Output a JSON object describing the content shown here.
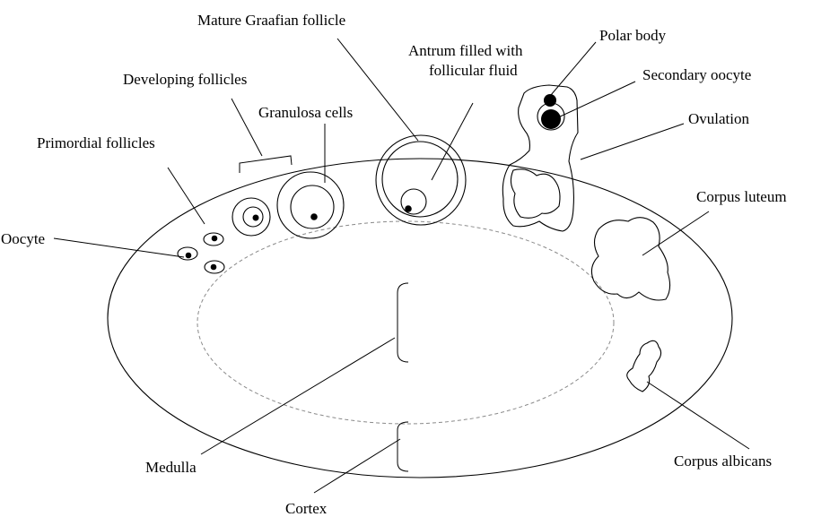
{
  "labels": {
    "mature_graafian_follicle": "Mature Graafian follicle",
    "antrum_line1": "Antrum filled with",
    "antrum_line2": "follicular fluid",
    "polar_body": "Polar body",
    "secondary_oocyte": "Secondary oocyte",
    "developing_follicles": "Developing follicles",
    "granulosa_cells": "Granulosa cells",
    "ovulation": "Ovulation",
    "primordial_follicles": "Primordial follicles",
    "corpus_luteum": "Corpus luteum",
    "oocyte": "Oocyte",
    "medulla": "Medulla",
    "corpus_albicans": "Corpus albicans",
    "cortex": "Cortex"
  },
  "colors": {
    "line": "#000000",
    "medulla_outline": "#8a8a8a",
    "background": "#ffffff"
  }
}
